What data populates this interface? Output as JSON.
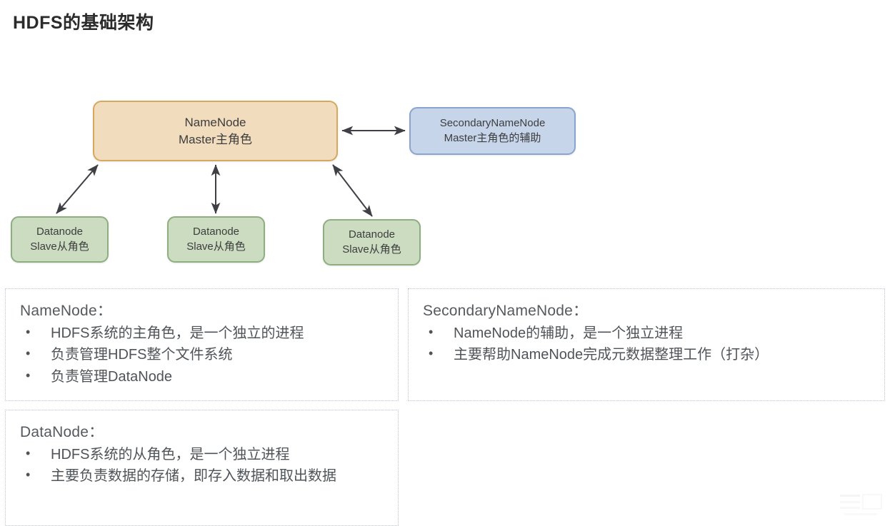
{
  "slide": {
    "title": "HDFS的基础架构"
  },
  "diagram": {
    "nodes": [
      {
        "id": "namenode",
        "line1": "NameNode",
        "line2": "Master主角色",
        "fill": "#f1dcbd",
        "stroke": "#d6a85e"
      },
      {
        "id": "secondary-namenode",
        "line1": "SecondaryNameNode",
        "line2": "Master主角色的辅助",
        "fill": "#c6d5ea",
        "stroke": "#8ba4cd"
      },
      {
        "id": "datanode-0",
        "line1": "Datanode",
        "line2": "Slave从角色",
        "fill": "#ccdcc1",
        "stroke": "#8fae80"
      },
      {
        "id": "datanode-1",
        "line1": "Datanode",
        "line2": "Slave从角色",
        "fill": "#ccdcc1",
        "stroke": "#8fae80"
      },
      {
        "id": "datanode-2",
        "line1": "Datanode",
        "line2": "Slave从角色",
        "fill": "#ccdcc1",
        "stroke": "#8fae80"
      }
    ],
    "connectors": [
      {
        "from": "namenode",
        "to": "secondary-namenode",
        "style": "double-arrow-horizontal"
      },
      {
        "from": "namenode",
        "to": "datanode-0",
        "style": "double-arrow-diagonal"
      },
      {
        "from": "namenode",
        "to": "datanode-1",
        "style": "double-arrow-vertical"
      },
      {
        "from": "namenode",
        "to": "datanode-2",
        "style": "double-arrow-diagonal"
      }
    ],
    "arrow_color": "#3f3f46"
  },
  "panels": [
    {
      "id": "namenode",
      "title": "NameNode：",
      "bullet": "•",
      "items": [
        "HDFS系统的主角色，是一个独立的进程",
        "负责管理HDFS整个文件系统",
        "负责管理DataNode"
      ]
    },
    {
      "id": "secondary-namenode",
      "title": "SecondaryNameNode：",
      "bullet": "•",
      "items": [
        "NameNode的辅助，是一个独立进程",
        "主要帮助NameNode完成元数据整理工作（打杂）"
      ]
    },
    {
      "id": "datanode",
      "title": "DataNode：",
      "bullet": "•",
      "items": [
        "HDFS系统的从角色，是一个独立进程",
        "主要负责数据的存储，即存入数据和取出数据"
      ]
    }
  ]
}
